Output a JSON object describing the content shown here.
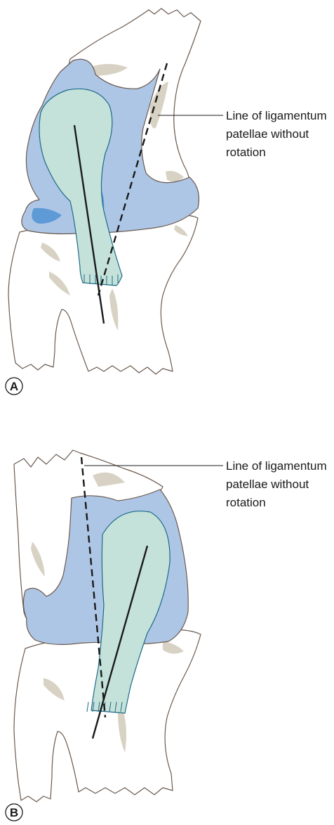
{
  "panels": [
    {
      "id": "A",
      "label_lines": [
        "Line of ligamentum",
        "patellae without",
        "rotation"
      ]
    },
    {
      "id": "B",
      "label_lines": [
        "Line of ligamentum",
        "patellae without",
        "rotation"
      ]
    }
  ]
}
